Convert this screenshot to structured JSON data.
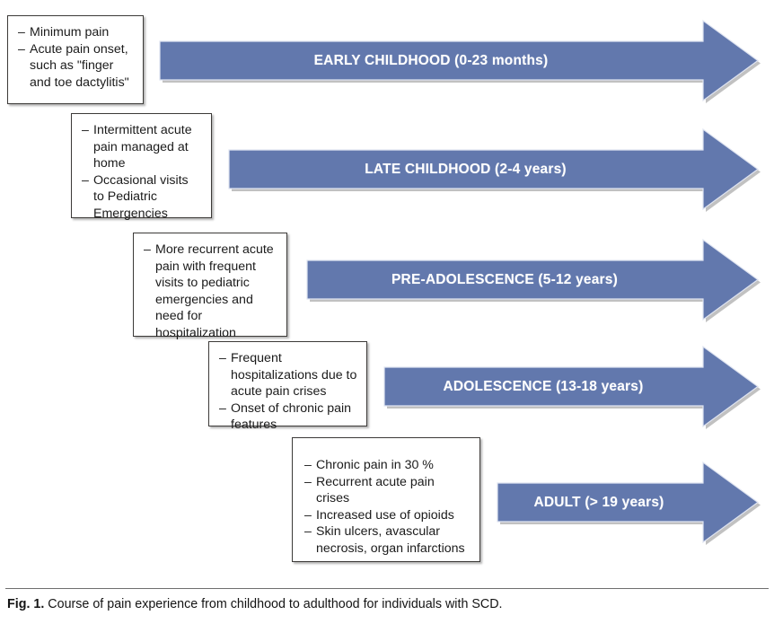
{
  "figure": {
    "caption_label": "Fig. 1.",
    "caption_text": "Course of pain experience from childhood to adulthood for individuals with SCD.",
    "arrow_color": "#6278ad",
    "arrow_shadow_color": "#8e8e8e",
    "arrow_label_color": "#ffffff",
    "box_border_color": "#3c3a38",
    "box_fill_color": "#ffffff"
  },
  "stages": [
    {
      "id": "early-childhood",
      "label": "EARLY CHILDHOOD (0-23 months)",
      "bullets": [
        "Minimum pain",
        "Acute pain onset, such as \"finger and toe dactylitis\""
      ]
    },
    {
      "id": "late-childhood",
      "label": "LATE CHILDHOOD (2-4 years)",
      "bullets": [
        "Intermittent acute pain managed at home",
        "Occasional visits to Pediatric Emergencies"
      ]
    },
    {
      "id": "pre-adolescence",
      "label": "PRE-ADOLESCENCE (5-12 years)",
      "bullets": [
        "More recurrent acute pain with frequent visits to pediatric emergencies and need for hospitalization"
      ]
    },
    {
      "id": "adolescence",
      "label": "ADOLESCENCE (13-18 years)",
      "bullets": [
        "Frequent hospitalizations due to acute pain crises",
        "Onset of chronic pain features"
      ]
    },
    {
      "id": "adult",
      "label": "ADULT (> 19 years)",
      "bullets": [
        "Chronic pain in 30 %",
        "Recurrent acute pain crises",
        "Increased use of opioids",
        "Skin ulcers, avascular necrosis, organ infarctions"
      ]
    }
  ]
}
